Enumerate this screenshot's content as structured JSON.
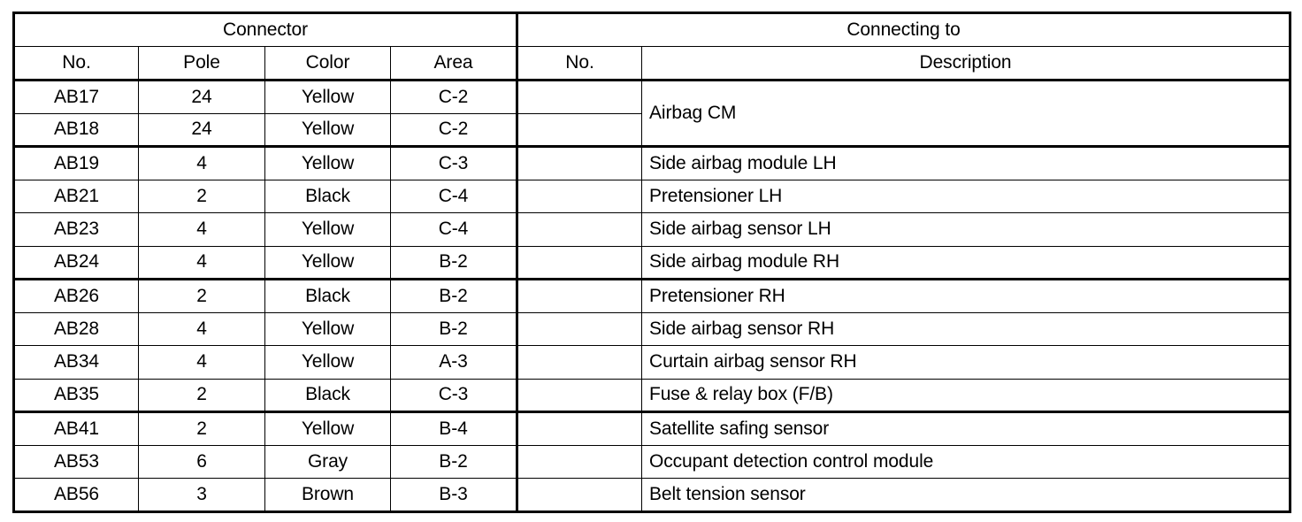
{
  "table": {
    "group_headers": [
      {
        "label": "Connector",
        "span": 4
      },
      {
        "label": "Connecting to",
        "span": 2
      }
    ],
    "columns": [
      {
        "key": "no",
        "label": "No."
      },
      {
        "key": "pole",
        "label": "Pole"
      },
      {
        "key": "color",
        "label": "Color"
      },
      {
        "key": "area",
        "label": "Area"
      },
      {
        "key": "no2",
        "label": "No."
      },
      {
        "key": "desc",
        "label": "Description"
      }
    ],
    "rows": [
      {
        "no": "AB17",
        "pole": "24",
        "color": "Yellow",
        "area": "C-2",
        "no2": "",
        "desc": "Airbag CM"
      },
      {
        "no": "AB18",
        "pole": "24",
        "color": "Yellow",
        "area": "C-2",
        "no2": "",
        "desc": ""
      },
      {
        "no": "AB19",
        "pole": "4",
        "color": "Yellow",
        "area": "C-3",
        "no2": "",
        "desc": "Side airbag module LH"
      },
      {
        "no": "AB21",
        "pole": "2",
        "color": "Black",
        "area": "C-4",
        "no2": "",
        "desc": "Pretensioner LH"
      },
      {
        "no": "AB23",
        "pole": "4",
        "color": "Yellow",
        "area": "C-4",
        "no2": "",
        "desc": "Side airbag sensor LH"
      },
      {
        "no": "AB24",
        "pole": "4",
        "color": "Yellow",
        "area": "B-2",
        "no2": "",
        "desc": "Side airbag module RH"
      },
      {
        "no": "AB26",
        "pole": "2",
        "color": "Black",
        "area": "B-2",
        "no2": "",
        "desc": "Pretensioner RH"
      },
      {
        "no": "AB28",
        "pole": "4",
        "color": "Yellow",
        "area": "B-2",
        "no2": "",
        "desc": "Side airbag sensor RH"
      },
      {
        "no": "AB34",
        "pole": "4",
        "color": "Yellow",
        "area": "A-3",
        "no2": "",
        "desc": "Curtain airbag sensor RH"
      },
      {
        "no": "AB35",
        "pole": "2",
        "color": "Black",
        "area": "C-3",
        "no2": "",
        "desc": "Fuse & relay box (F/B)"
      },
      {
        "no": "AB41",
        "pole": "2",
        "color": "Yellow",
        "area": "B-4",
        "no2": "",
        "desc": "Satellite safing sensor"
      },
      {
        "no": "AB53",
        "pole": "6",
        "color": "Gray",
        "area": "B-2",
        "no2": "",
        "desc": "Occupant detection control module"
      },
      {
        "no": "AB56",
        "pole": "3",
        "color": "Brown",
        "area": "B-3",
        "no2": "",
        "desc": "Belt tension sensor"
      }
    ]
  },
  "colors": {
    "rule": "#000000",
    "background": "#ffffff",
    "text": "#000000"
  }
}
